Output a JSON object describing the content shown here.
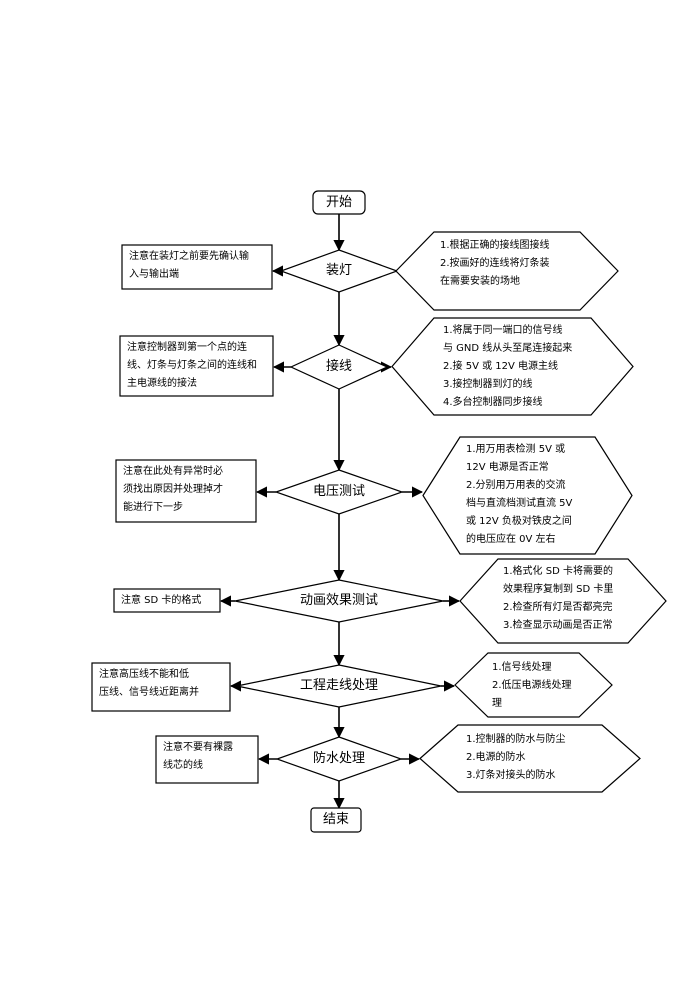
{
  "flow": {
    "start": "开始",
    "end": "结束",
    "steps": [
      {
        "label": "装灯",
        "note": [
          "注意在装灯之前要先确认输",
          "入与输出端"
        ],
        "actions": [
          "1.根据正确的接线图接线",
          "2.按画好的连线将灯条装",
          "在需要安装的场地"
        ]
      },
      {
        "label": "接线",
        "note": [
          "注意控制器到第一个点的连",
          "线、灯条与灯条之间的连线和",
          "主电源线的接法"
        ],
        "actions": [
          "1.将属于同一端口的信号线",
          "与 GND 线从头至尾连接起来",
          "2.接 5V 或 12V 电源主线",
          "3.接控制器到灯的线",
          "4.多台控制器同步接线"
        ]
      },
      {
        "label": "电压测试",
        "note": [
          "注意在此处有异常时必",
          "须找出原因并处理掉才",
          "能进行下一步"
        ],
        "actions": [
          "1.用万用表检测 5V 或",
          "12V 电源是否正常",
          "2.分别用万用表的交流",
          "档与直流档测试直流 5V",
          "或 12V 负极对铁皮之间",
          "的电压应在 0V 左右"
        ]
      },
      {
        "label": "动画效果测试",
        "note": [
          "注意 SD 卡的格式"
        ],
        "actions": [
          "1.格式化 SD 卡将需要的",
          "效果程序复制到 SD 卡里",
          "2.检查所有灯是否都亮完",
          "3.检查显示动画是否正常"
        ]
      },
      {
        "label": "工程走线处理",
        "note": [
          "注意高压线不能和低",
          "压线、信号线近距离并"
        ],
        "actions": [
          "1.信号线处理",
          "2.低压电源线处理",
          "理"
        ]
      },
      {
        "label": "防水处理",
        "note": [
          "注意不要有裸露",
          "线芯的线"
        ],
        "actions": [
          "1.控制器的防水与防尘",
          "2.电源的防水",
          "3.灯条对接头的防水"
        ]
      }
    ]
  }
}
